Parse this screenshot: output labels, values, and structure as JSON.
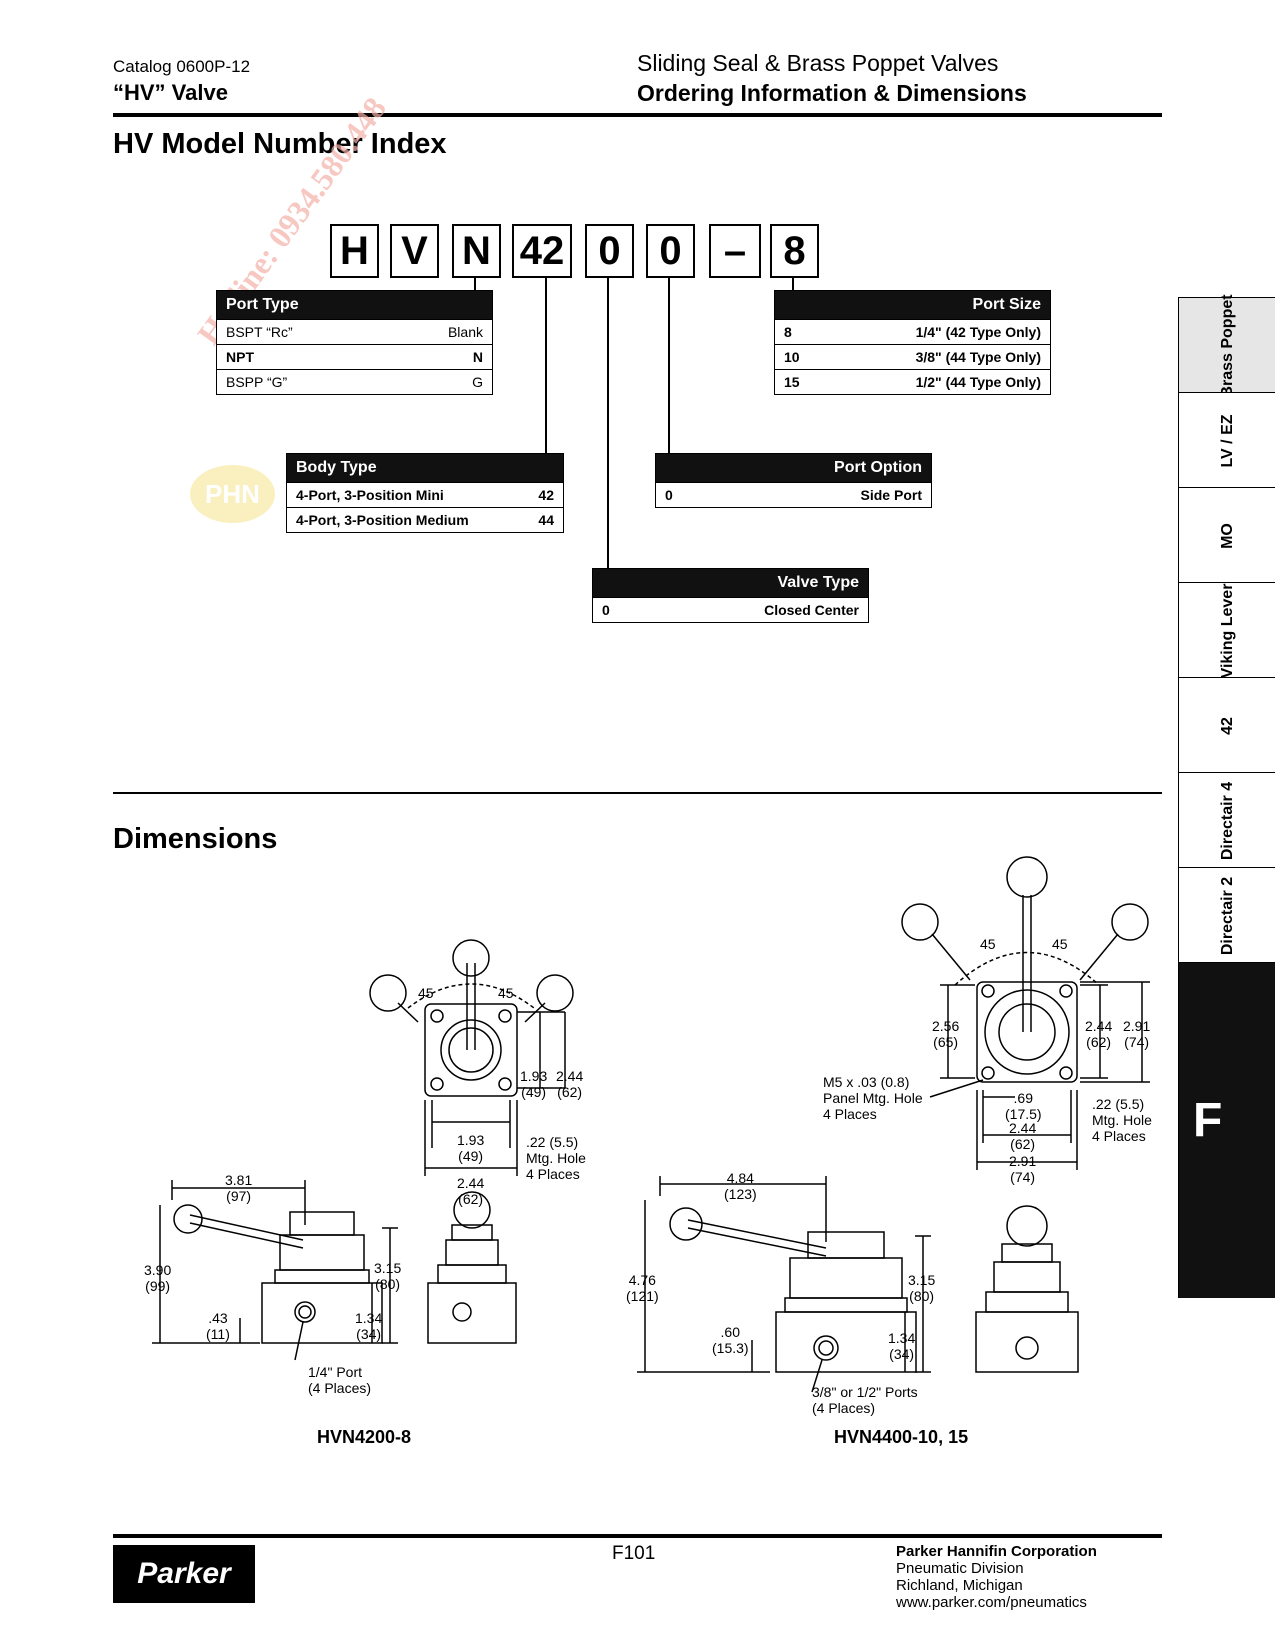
{
  "header": {
    "catalog": "Catalog 0600P-12",
    "product": "“HV” Valve",
    "section_title": "Sliding Seal & Brass Poppet Valves",
    "section_subtitle": "Ordering Information & Dimensions"
  },
  "model_index": {
    "title": "HV Model Number Index",
    "code": [
      "H",
      "V",
      "N",
      "42",
      "0",
      "0",
      "–",
      "8"
    ],
    "port_type": {
      "title": "Port Type",
      "rows": [
        {
          "label": "BSPT “Rc”",
          "code": "Blank"
        },
        {
          "label": "NPT",
          "code": "N"
        },
        {
          "label": "BSPP “G”",
          "code": "G"
        }
      ]
    },
    "body_type": {
      "title": "Body Type",
      "rows": [
        {
          "label": "4-Port, 3-Position Mini",
          "code": "42"
        },
        {
          "label": "4-Port, 3-Position Medium",
          "code": "44"
        }
      ]
    },
    "valve_type": {
      "title": "Valve Type",
      "rows": [
        {
          "label": "0",
          "code": "Closed Center"
        }
      ]
    },
    "port_option": {
      "title": "Port Option",
      "rows": [
        {
          "label": "0",
          "code": "Side Port"
        }
      ]
    },
    "port_size": {
      "title": "Port Size",
      "rows": [
        {
          "label": "8",
          "code": "1/4\" (42 Type Only)"
        },
        {
          "label": "10",
          "code": "3/8\" (44 Type Only)"
        },
        {
          "label": "15",
          "code": "1/2\" (44 Type Only)"
        }
      ]
    }
  },
  "watermark": "Hotline: 0934.580.448",
  "watermark_logo": "PHN",
  "dimensions": {
    "title": "Dimensions",
    "left": {
      "caption": "HVN4200-8",
      "angle_a": "45",
      "angle_b": "45",
      "d1": "1.93",
      "d1m": "(49)",
      "d2": "2.44",
      "d2m": "(62)",
      "d3": "1.93",
      "d3m": "(49)",
      "d4": "2.44",
      "d4m": "(62)",
      "hole": ".22 (5.5)",
      "hole2": "Mtg. Hole",
      "hole3": "4 Places",
      "w": "3.81",
      "wm": "(97)",
      "h": "3.90",
      "hm": "(99)",
      "h2": "3.15",
      "h2m": "(80)",
      "h3": "1.34",
      "h3m": "(34)",
      "h4": ".43",
      "h4m": "(11)",
      "port": "1/4\" Port",
      "port2": "(4 Places)"
    },
    "right": {
      "caption": "HVN4400-10, 15",
      "angle_a": "45",
      "angle_b": "45",
      "d1": "2.56",
      "d1m": "(65)",
      "d2": "2.44",
      "d2m": "(62)",
      "d3": "2.91",
      "d3m": "(74)",
      "panel": "M5 x .03 (0.8)",
      "panel2": "Panel Mtg. Hole",
      "panel3": "4 Places",
      "d4": ".69",
      "d4m": "(17.5)",
      "d5": "2.44",
      "d5m": "(62)",
      "d6": "2.91",
      "d6m": "(74)",
      "hole": ".22 (5.5)",
      "hole2": "Mtg. Hole",
      "hole3": "4 Places",
      "w": "4.84",
      "wm": "(123)",
      "h": "4.76",
      "hm": "(121)",
      "h2": "3.15",
      "h2m": "(80)",
      "h3": "1.34",
      "h3m": "(34)",
      "h4": ".60",
      "h4m": "(15.3)",
      "port": "3/8\" or 1/2\" Ports",
      "port2": "(4 Places)"
    }
  },
  "side_tabs": [
    "Brass Poppet",
    "LV / EZ",
    "MO",
    "Viking Lever",
    "42",
    "Directair 4",
    "Directair 2"
  ],
  "side_tab_active": "F",
  "footer": {
    "page": "F101",
    "logo": "Parker",
    "corp": "Parker Hannifin Corporation",
    "division": "Pneumatic Division",
    "city": "Richland, Michigan",
    "url": "www.parker.com/pneumatics"
  }
}
